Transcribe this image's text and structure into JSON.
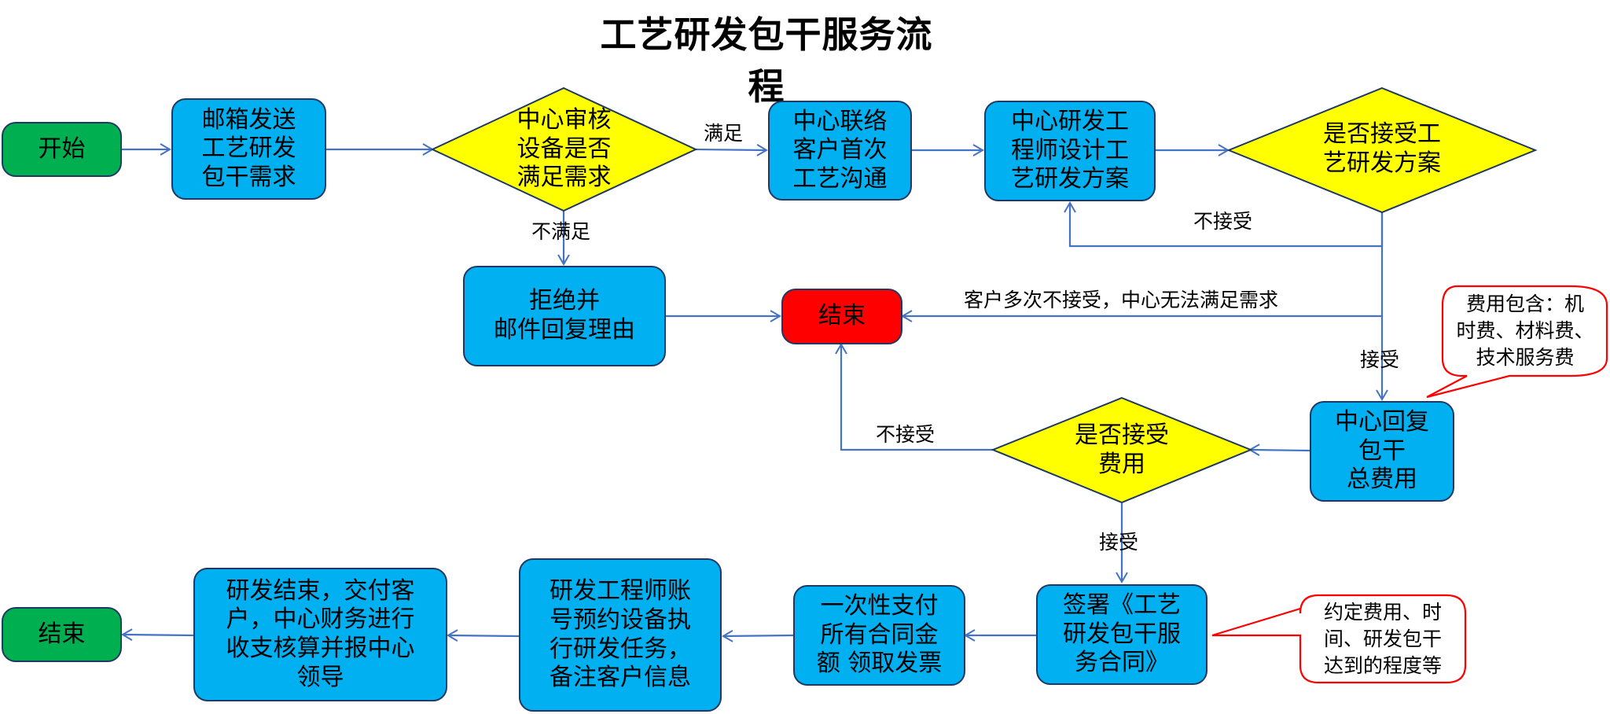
{
  "title": "工艺研发包干服务流程",
  "colors": {
    "start_end": "#00B050",
    "process": "#00B0F0",
    "decision": "#FFFF00",
    "terminate": "#FF0000",
    "connector": "#4472C4",
    "callout_border": "#FF0000"
  },
  "nodes": {
    "start": "开始",
    "email_request": "邮箱发送\n工艺研发\n包干需求",
    "review_decision": "中心审核\n设备是否\n满足需求",
    "first_contact": "中心联络\n客户首次\n工艺沟通",
    "design_plan": "中心研发工\n程师设计工\n艺研发方案",
    "accept_plan_decision": "是否接受工\n艺研发方案",
    "reject_reply": "拒绝并\n邮件回复理由",
    "end_red": "结束",
    "reply_total_cost": "中心回复\n包干\n总费用",
    "accept_cost_decision": "是否接受\n费用",
    "sign_contract": "签署《工艺\n研发包干服\n务合同》",
    "pay_invoice": "一次性支付\n所有合同金\n额 领取发票",
    "engineer_booking": "研发工程师账\n号预约设备执\n行研发任务，\n备注客户信息",
    "finish_delivery": "研发结束，交付客\n户，中心财务进行\n收支核算并报中心\n领导",
    "end_final": "结束"
  },
  "edge_labels": {
    "satisfied": "满足",
    "not_satisfied": "不满足",
    "plan_not_accepted": "不接受",
    "multiple_rejections": "客户多次不接受，中心无法满足需求",
    "plan_accepted": "接受",
    "cost_not_accepted": "不接受",
    "cost_accepted": "接受"
  },
  "callouts": {
    "cost_includes": "费用包含：机\n时费、材料费、\n技术服务费",
    "contract_terms": "约定费用、时\n间、研发包干\n达到的程度等"
  }
}
